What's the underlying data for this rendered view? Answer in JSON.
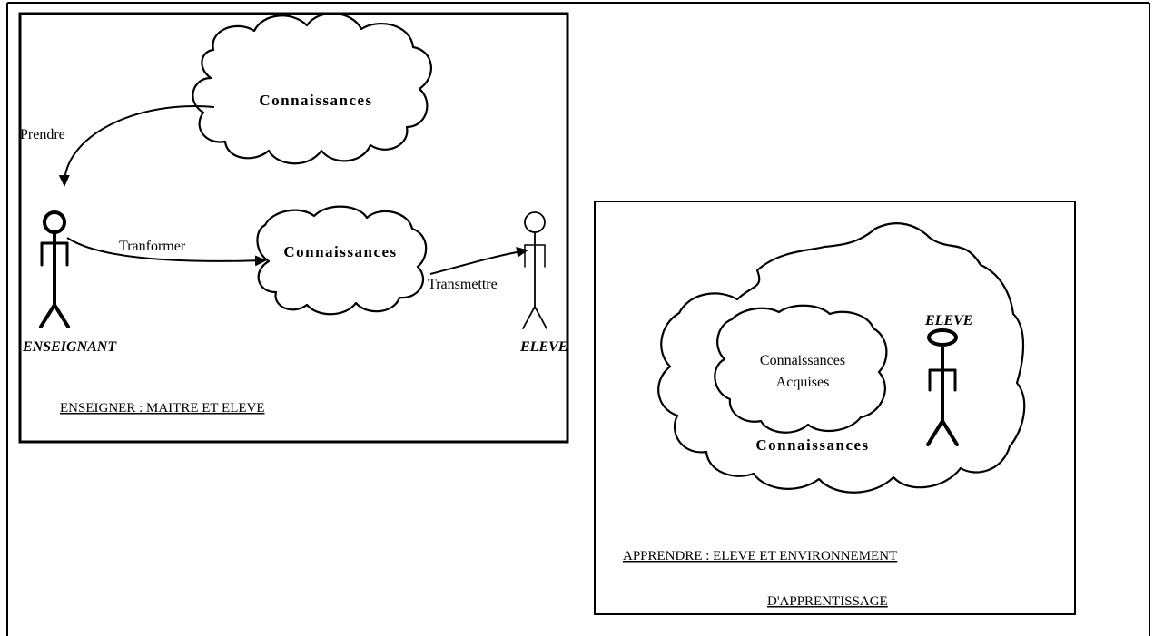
{
  "panel_left": {
    "cloud_top_label": "Connaissances",
    "cloud_mid_label": "Connaissances",
    "arrow_prendre": "Prendre",
    "arrow_transformer": "Tranformer",
    "arrow_transmettre": "Transmettre",
    "teacher_label": "ENSEIGNANT",
    "student_label": "ELEVE",
    "caption": "ENSEIGNER : MAITRE ET ELEVE"
  },
  "panel_right": {
    "inner_cloud_line1": "Connaissances",
    "inner_cloud_line2": "Acquises",
    "outer_cloud_label": "Connaissances",
    "student_label": "ELEVE",
    "caption_line1": "APPRENDRE : ELEVE ET ENVIRONNEMENT",
    "caption_line2": "D'APPRENTISSAGE"
  }
}
